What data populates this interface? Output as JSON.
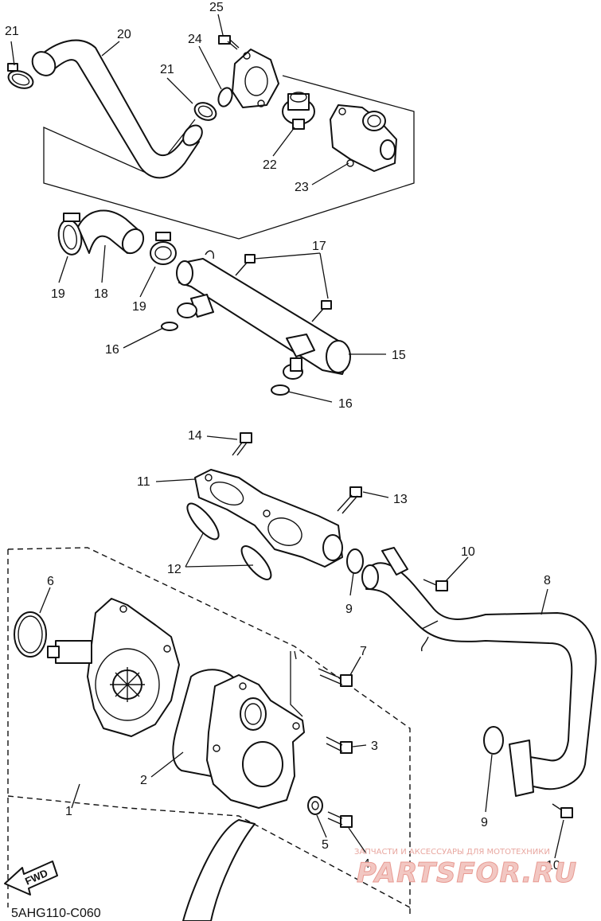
{
  "diagram_code": "5AHG110-C060",
  "fwd_label": "FWD",
  "watermark": {
    "tagline": "ЗАПЧАСТИ И АКСЕССУАРЫ ДЛЯ МОТОТЕХНИКИ",
    "brand": "PARTSFOR.RU"
  },
  "callouts": [
    {
      "id": "c1",
      "text": "1"
    },
    {
      "id": "c2",
      "text": "2"
    },
    {
      "id": "c3",
      "text": "3"
    },
    {
      "id": "c4",
      "text": "4"
    },
    {
      "id": "c5",
      "text": "5"
    },
    {
      "id": "c6",
      "text": "6"
    },
    {
      "id": "c7",
      "text": "7"
    },
    {
      "id": "c8",
      "text": "8"
    },
    {
      "id": "c9a",
      "text": "9"
    },
    {
      "id": "c9b",
      "text": "9"
    },
    {
      "id": "c10a",
      "text": "10"
    },
    {
      "id": "c10b",
      "text": "10"
    },
    {
      "id": "c11",
      "text": "11"
    },
    {
      "id": "c12",
      "text": "12"
    },
    {
      "id": "c13",
      "text": "13"
    },
    {
      "id": "c14",
      "text": "14"
    },
    {
      "id": "c15",
      "text": "15"
    },
    {
      "id": "c16a",
      "text": "16"
    },
    {
      "id": "c16b",
      "text": "16"
    },
    {
      "id": "c17",
      "text": "17"
    },
    {
      "id": "c18",
      "text": "18"
    },
    {
      "id": "c19a",
      "text": "19"
    },
    {
      "id": "c19b",
      "text": "19"
    },
    {
      "id": "c20",
      "text": "20"
    },
    {
      "id": "c21a",
      "text": "21"
    },
    {
      "id": "c21b",
      "text": "21"
    },
    {
      "id": "c22",
      "text": "22"
    },
    {
      "id": "c23",
      "text": "23"
    },
    {
      "id": "c24",
      "text": "24"
    },
    {
      "id": "c25",
      "text": "25"
    }
  ]
}
